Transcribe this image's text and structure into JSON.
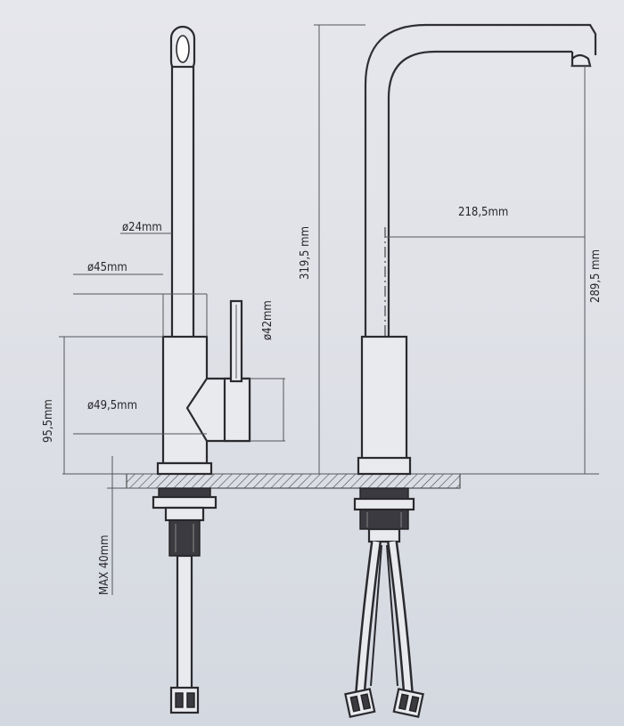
{
  "dimensions": {
    "d24": "ø24mm",
    "d45": "ø45mm",
    "d42": "ø42mm",
    "d49": "ø49,5mm",
    "h95": "95,5mm",
    "max40": "MAX 40mm",
    "h319": "319,5 mm",
    "reach218": "218,5mm",
    "h289": "289,5 mm"
  }
}
